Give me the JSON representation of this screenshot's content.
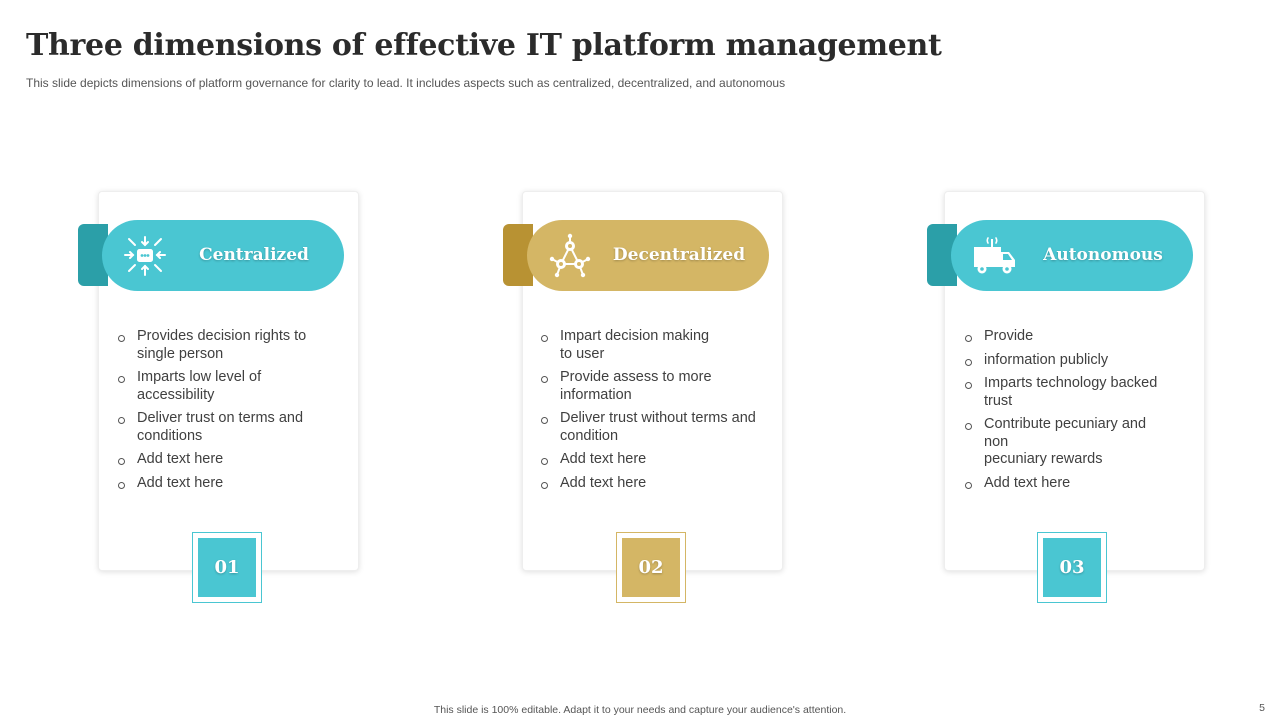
{
  "title": "Three dimensions of effective IT platform management",
  "subtitle": "This slide depicts dimensions of platform governance for clarity to lead. It includes  aspects such as centralized, decentralized, and autonomous",
  "colors": {
    "teal": "#4ac6d2",
    "teal_dark": "#2b9fa8",
    "gold": "#d4b665",
    "gold_dark": "#b89233"
  },
  "cards": [
    {
      "label": "Centralized",
      "icon": "network-arrows-icon",
      "number": "01",
      "bullets": [
        "Provides decision rights to\nsingle person",
        "Imparts low level of\naccessibility",
        "Deliver trust on terms and\nconditions",
        "Add text here",
        "Add text here"
      ]
    },
    {
      "label": "Decentralized",
      "icon": "decentralized-network-icon",
      "number": "02",
      "bullets": [
        "Impart decision making\n to user",
        "Provide assess  to more\ninformation",
        "Deliver trust without terms and\ncondition",
        "Add text here",
        "Add text here"
      ]
    },
    {
      "label": "Autonomous",
      "icon": "autonomous-van-icon",
      "number": "03",
      "bullets": [
        "Provide",
        "information publicly",
        "Imparts technology backed\ntrust",
        "Contribute pecuniary and\nnon\npecuniary rewards",
        "Add text here"
      ]
    }
  ],
  "footer": "This slide is 100% editable.  Adapt it to your needs and capture your audience's attention.",
  "page_number": "5"
}
